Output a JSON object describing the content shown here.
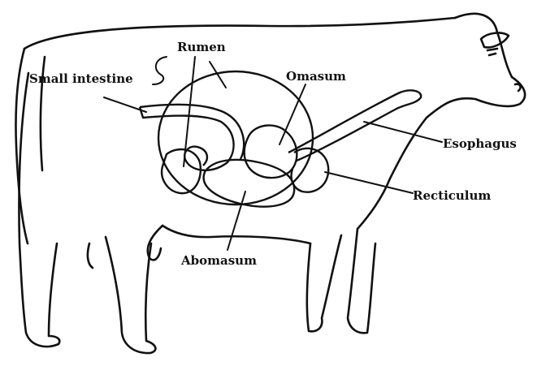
{
  "diagram": {
    "labels": {
      "rumen": "Rumen",
      "small_intestine": "Small intestine",
      "omasum": "Omasum",
      "esophagus": "Esophagus",
      "recticulum": "Recticulum",
      "abomasum": "Abomasum"
    },
    "colors": {
      "ink": "#111111",
      "background": "#ffffff"
    }
  }
}
